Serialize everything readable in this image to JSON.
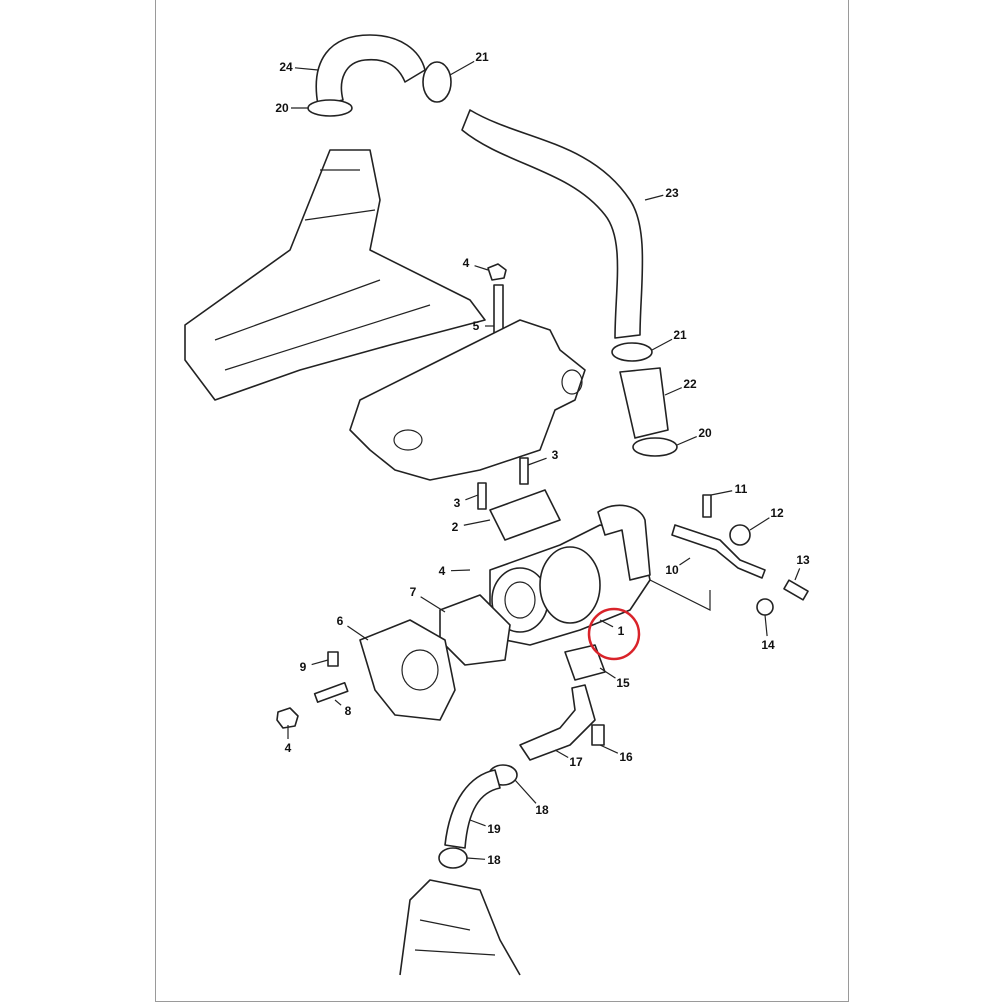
{
  "diagram": {
    "callouts": [
      "24",
      "21",
      "20",
      "23",
      "4",
      "5",
      "21",
      "22",
      "20",
      "3",
      "3",
      "2",
      "11",
      "12",
      "10",
      "13",
      "4",
      "7",
      "14",
      "1",
      "6",
      "9",
      "15",
      "8",
      "4",
      "16",
      "17",
      "18",
      "19",
      "18"
    ],
    "highlighted_callout": "1",
    "highlight_color": "#d9232a"
  }
}
